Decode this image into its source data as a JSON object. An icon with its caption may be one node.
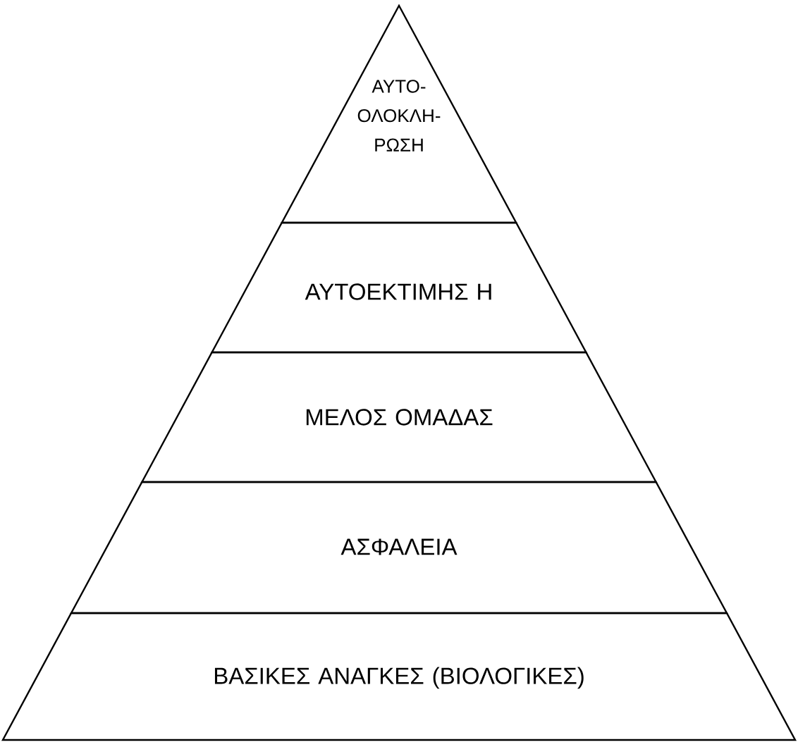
{
  "diagram": {
    "nodes": [
      {
        "text": [
          "ΑΥΤΟ- ΟΛΟΚΛΗ- ΡΩΣΗ"
        ]
      },
      {
        "text": [
          "ΑΥΤΟΕΚΤΙΜΗΣ Η"
        ]
      },
      {
        "text": [
          "ΜΕΛΟΣ ΟΜΑΔΑΣ"
        ]
      },
      {
        "text": [
          "ΑΣΦΑΛΕΙΑ"
        ]
      },
      {
        "text": [
          "ΒΑΣΙΚΕΣ ΑΝΑΓΚΕΣ (ΒΙΟΛΟΓΙΚΕΣ)"
        ]
      }
    ]
  }
}
